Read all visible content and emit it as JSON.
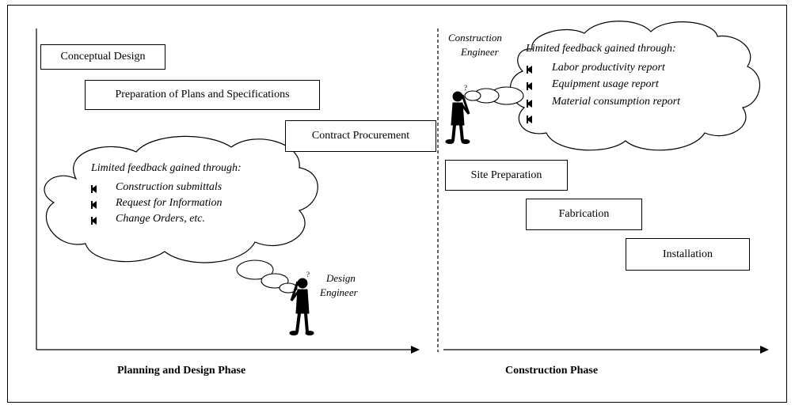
{
  "planning": {
    "boxes": [
      "Conceptual Design",
      "Preparation  of Plans and Specifications",
      "Contract  Procurement"
    ],
    "feedback_title": "Limited feedback  gained  through:",
    "feedback_items": [
      "Construction submittals",
      "Request  for Information",
      "Change Orders, etc."
    ],
    "engineer_line1": "Design",
    "engineer_line2": "Engineer",
    "phase_label": "Planning and Design Phase"
  },
  "construction": {
    "engineer_line1": "Construction",
    "engineer_line2": "Engineer",
    "feedback_title": "Limited feedback  gained  through:",
    "feedback_items": [
      "Labor productivity  report",
      "Equipment  usage report",
      "Material  consumption  report"
    ],
    "boxes": [
      "Site Preparation",
      "Fabrication",
      "Installation"
    ],
    "phase_label": "Construction  Phase"
  }
}
